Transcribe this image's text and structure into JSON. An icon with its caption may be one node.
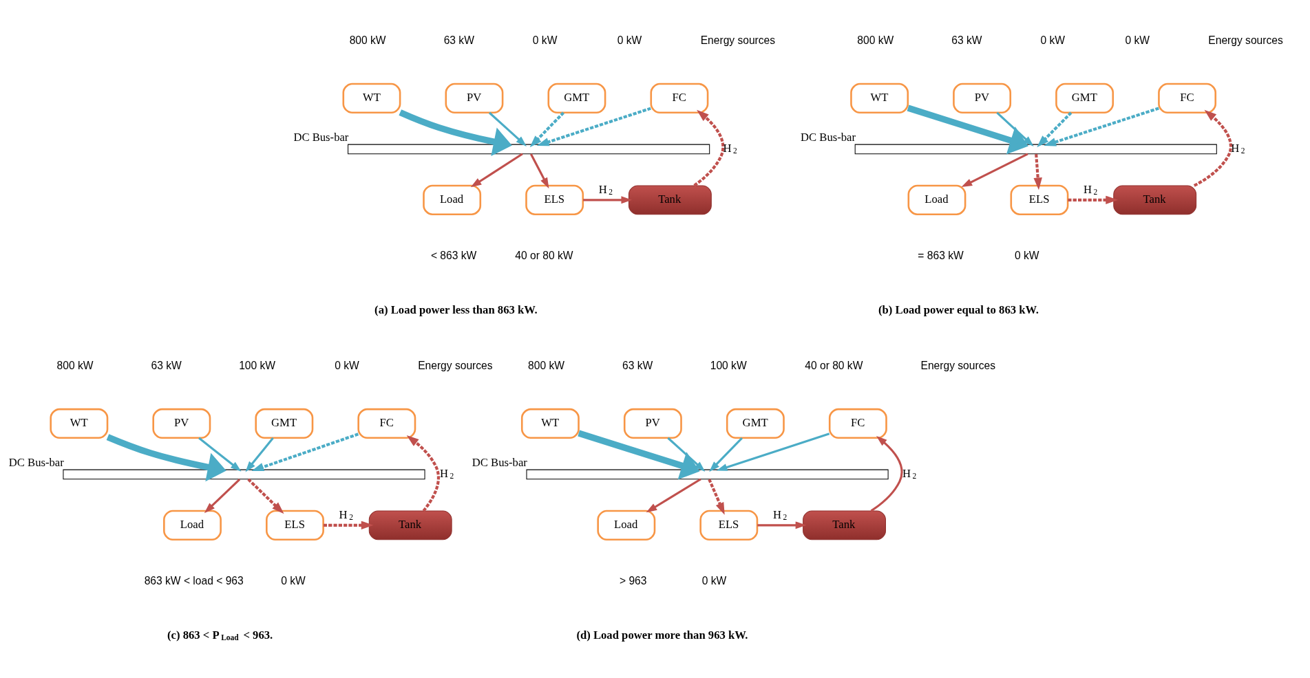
{
  "diagram": {
    "nodes": [
      {
        "text": [
          "WT"
        ],
        "beside": [
          "800 kW"
        ]
      },
      {
        "text": [
          "PV"
        ],
        "beside": [
          "63 kW"
        ]
      },
      {
        "text": [
          "GMT"
        ],
        "beside": [
          "0 kW"
        ]
      },
      {
        "text": [
          "FC"
        ],
        "beside": [
          "0 kW"
        ]
      },
      {
        "text": [],
        "shape": "bar",
        "beside": [
          "DC Bus-bar"
        ]
      },
      {
        "text": [
          "Load"
        ],
        "beside": [
          "< 863 kW"
        ]
      },
      {
        "text": [
          "ELS"
        ],
        "beside": [
          "40 or 80 kW"
        ]
      },
      {
        "text": [
          "Tank"
        ]
      },
      {
        "text": [
          "WT"
        ],
        "beside": [
          "800 kW"
        ]
      },
      {
        "text": [
          "PV"
        ],
        "beside": [
          "63 kW"
        ]
      },
      {
        "text": [
          "GMT"
        ],
        "beside": [
          "0 kW"
        ]
      },
      {
        "text": [
          "FC"
        ],
        "beside": [
          "0 kW"
        ]
      },
      {
        "text": [],
        "shape": "bar",
        "beside": [
          "DC Bus-bar"
        ]
      },
      {
        "text": [
          "Load"
        ],
        "beside": [
          "= 863 kW"
        ]
      },
      {
        "text": [
          "ELS"
        ],
        "beside": [
          "0 kW"
        ]
      },
      {
        "text": [
          "Tank"
        ]
      },
      {
        "text": [
          "WT"
        ],
        "beside": [
          "800 kW"
        ]
      },
      {
        "text": [
          "PV"
        ],
        "beside": [
          "63 kW"
        ]
      },
      {
        "text": [
          "GMT"
        ],
        "beside": [
          "100 kW"
        ]
      },
      {
        "text": [
          "FC"
        ],
        "beside": [
          "0 kW"
        ]
      },
      {
        "text": [],
        "shape": "bar",
        "beside": [
          "DC Bus-bar"
        ]
      },
      {
        "text": [
          "Load"
        ],
        "beside": [
          "863 kW < load < 963"
        ]
      },
      {
        "text": [
          "ELS"
        ],
        "beside": [
          "0 kW"
        ]
      },
      {
        "text": [
          "Tank"
        ]
      },
      {
        "text": [
          "WT"
        ],
        "beside": [
          "800 kW"
        ]
      },
      {
        "text": [
          "PV"
        ],
        "beside": [
          "63 kW"
        ]
      },
      {
        "text": [
          "GMT"
        ],
        "beside": [
          "100 kW"
        ]
      },
      {
        "text": [
          "FC"
        ],
        "beside": [
          "40 or 80 kW"
        ]
      },
      {
        "text": [],
        "shape": "bar",
        "beside": [
          "DC Bus-bar"
        ]
      },
      {
        "text": [
          "Load"
        ],
        "beside": [
          "> 963"
        ]
      },
      {
        "text": [
          "ELS"
        ],
        "beside": [
          "0 kW"
        ]
      },
      {
        "text": [
          "Tank"
        ]
      }
    ],
    "edges": [
      {
        "from": 0,
        "to": 4,
        "arrow": "to",
        "style": "thick",
        "color": "#4bacc6"
      },
      {
        "from": 1,
        "to": 4,
        "arrow": "to",
        "color": "#4bacc6"
      },
      {
        "from": 2,
        "to": 4,
        "arrow": "to",
        "style": "dashed",
        "color": "#4bacc6"
      },
      {
        "from": 3,
        "to": 4,
        "arrow": "to",
        "style": "dashed",
        "color": "#4bacc6"
      },
      {
        "from": 4,
        "to": 5,
        "arrow": "to",
        "color": "#c0504d"
      },
      {
        "from": 4,
        "to": 6,
        "arrow": "to",
        "color": "#c0504d"
      },
      {
        "from": 6,
        "to": 7,
        "arrow": "to",
        "label": "H$_{2}$",
        "color": "#c0504d"
      },
      {
        "from": 7,
        "to": 3,
        "arrow": "to",
        "label": "H$_{2}$",
        "style": "dashed",
        "color": "#c0504d"
      },
      {
        "from": 8,
        "to": 12,
        "arrow": "to",
        "style": "thick",
        "color": "#4bacc6"
      },
      {
        "from": 9,
        "to": 12,
        "arrow": "to",
        "color": "#4bacc6"
      },
      {
        "from": 10,
        "to": 12,
        "arrow": "to",
        "style": "dashed",
        "color": "#4bacc6"
      },
      {
        "from": 11,
        "to": 12,
        "arrow": "to",
        "style": "dashed",
        "color": "#4bacc6"
      },
      {
        "from": 12,
        "to": 13,
        "arrow": "to",
        "color": "#c0504d"
      },
      {
        "from": 12,
        "to": 14,
        "arrow": "to",
        "style": "dashed",
        "color": "#c0504d"
      },
      {
        "from": 14,
        "to": 15,
        "arrow": "to",
        "label": "H$_{2}$",
        "style": "dashed",
        "color": "#c0504d"
      },
      {
        "from": 15,
        "to": 11,
        "arrow": "to",
        "label": "H$_{2}$",
        "style": "dashed",
        "color": "#c0504d"
      },
      {
        "from": 16,
        "to": 20,
        "arrow": "to",
        "style": "thick",
        "color": "#4bacc6"
      },
      {
        "from": 17,
        "to": 20,
        "arrow": "to",
        "color": "#4bacc6"
      },
      {
        "from": 18,
        "to": 20,
        "arrow": "to",
        "color": "#4bacc6"
      },
      {
        "from": 19,
        "to": 20,
        "arrow": "to",
        "style": "dashed",
        "color": "#4bacc6"
      },
      {
        "from": 20,
        "to": 21,
        "arrow": "to",
        "color": "#c0504d"
      },
      {
        "from": 20,
        "to": 22,
        "arrow": "to",
        "style": "dashed",
        "color": "#c0504d"
      },
      {
        "from": 22,
        "to": 23,
        "arrow": "to",
        "label": "H$_{2}$",
        "style": "dashed",
        "color": "#c0504d"
      },
      {
        "from": 23,
        "to": 19,
        "arrow": "to",
        "label": "H$_{2}$",
        "style": "dashed",
        "color": "#c0504d"
      },
      {
        "from": 24,
        "to": 28,
        "arrow": "to",
        "style": "thick",
        "color": "#4bacc6"
      },
      {
        "from": 25,
        "to": 28,
        "arrow": "to",
        "color": "#4bacc6"
      },
      {
        "from": 26,
        "to": 28,
        "arrow": "to",
        "color": "#4bacc6"
      },
      {
        "from": 27,
        "to": 28,
        "arrow": "to",
        "color": "#4bacc6"
      },
      {
        "from": 28,
        "to": 29,
        "arrow": "to",
        "color": "#c0504d"
      },
      {
        "from": 28,
        "to": 30,
        "arrow": "to",
        "style": "dashed",
        "color": "#c0504d"
      },
      {
        "from": 30,
        "to": 31,
        "arrow": "to",
        "label": "H$_{2}$",
        "color": "#c0504d"
      },
      {
        "from": 31,
        "to": 27,
        "arrow": "to",
        "label": "H$_{2}$",
        "color": "#c0504d"
      }
    ],
    "labels": [
      "Energy sources",
      "(a) Load power less than 863 kW.",
      "Energy sources",
      "(b) Load power equal to 863 kW.",
      "Energy sources",
      "(c) 863 < P$_{Load}$ < 963.",
      "Energy sources",
      "(d) Load power more than 963 kW."
    ]
  }
}
